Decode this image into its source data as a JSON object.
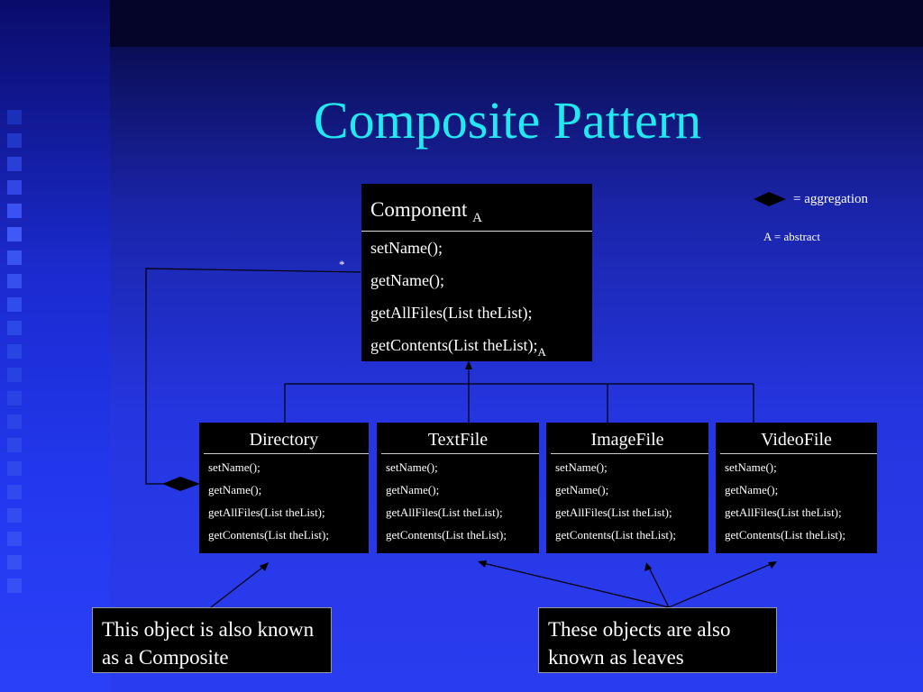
{
  "title": "Composite Pattern",
  "legend": {
    "aggregation": "= aggregation",
    "abstract": "A = abstract"
  },
  "multiplicity": "*",
  "component": {
    "name": "Component",
    "abstract_marker": "A",
    "methods": [
      "setName();",
      "getName();",
      "getAllFiles(List theList);",
      "getContents(List theList);"
    ],
    "last_method_marker": "A"
  },
  "classes": [
    {
      "name": "Directory",
      "methods": [
        "setName();",
        "getName();",
        "getAllFiles(List theList);",
        "getContents(List theList);"
      ]
    },
    {
      "name": "TextFile",
      "methods": [
        "setName();",
        "getName();",
        "getAllFiles(List theList);",
        "getContents(List theList);"
      ]
    },
    {
      "name": "ImageFile",
      "methods": [
        "setName();",
        "getName();",
        "getAllFiles(List theList);",
        "getContents(List theList);"
      ]
    },
    {
      "name": "VideoFile",
      "methods": [
        "setName();",
        "getName();",
        "getAllFiles(List theList);",
        "getContents(List theList);"
      ]
    }
  ],
  "notes": {
    "composite": "This object is also known as a Composite",
    "leaves": "These objects are also known as leaves"
  },
  "colors": {
    "title": "#22e8f0",
    "box": "#000000",
    "background": "#2536e0"
  }
}
